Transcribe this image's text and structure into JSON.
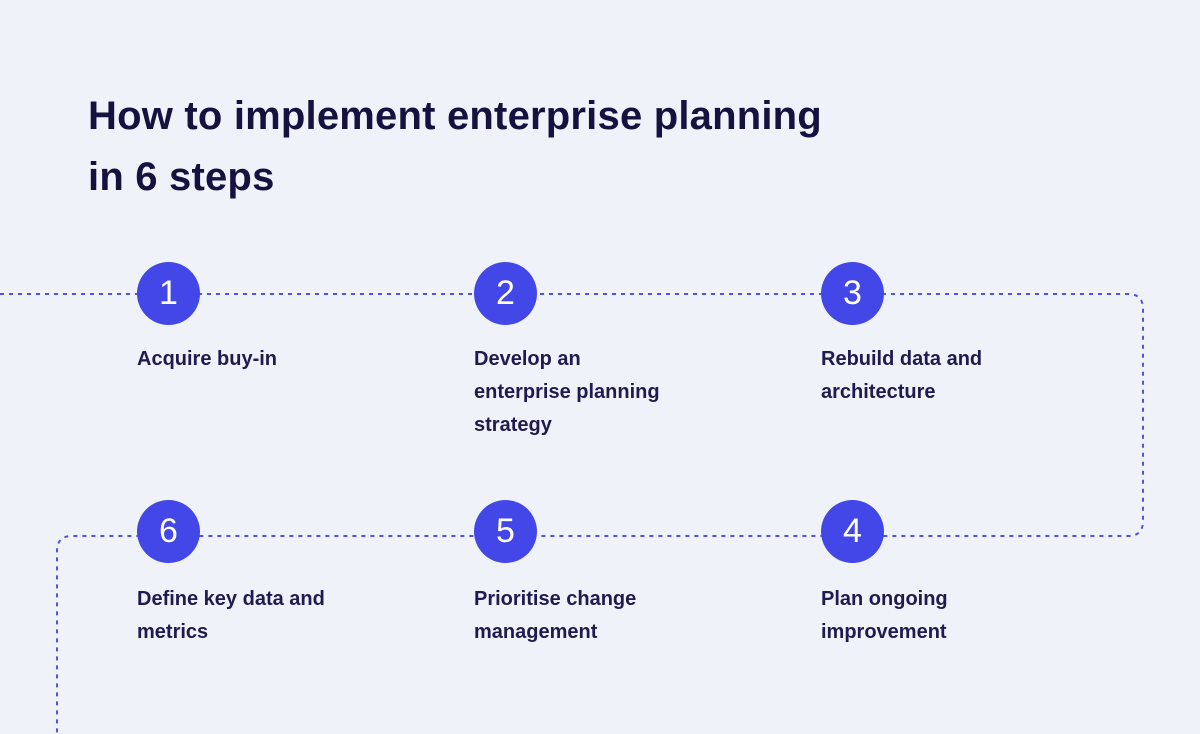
{
  "title": "How to implement enterprise planning\nin 6 steps",
  "colors": {
    "background": "#eff3f9",
    "circle_fill": "#4347e8",
    "circle_number": "#ffffff",
    "connector": "#4e52e9",
    "title_text": "#151240",
    "label_text": "#1e1b4e"
  },
  "steps": [
    {
      "number": "1",
      "label": "Acquire buy-in"
    },
    {
      "number": "2",
      "label": "Develop an\nenterprise planning\nstrategy"
    },
    {
      "number": "3",
      "label": "Rebuild data and\narchitecture"
    },
    {
      "number": "4",
      "label": "Plan ongoing\nimprovement"
    },
    {
      "number": "5",
      "label": "Prioritise change\nmanagement"
    },
    {
      "number": "6",
      "label": "Define key data and\nmetrics"
    }
  ]
}
